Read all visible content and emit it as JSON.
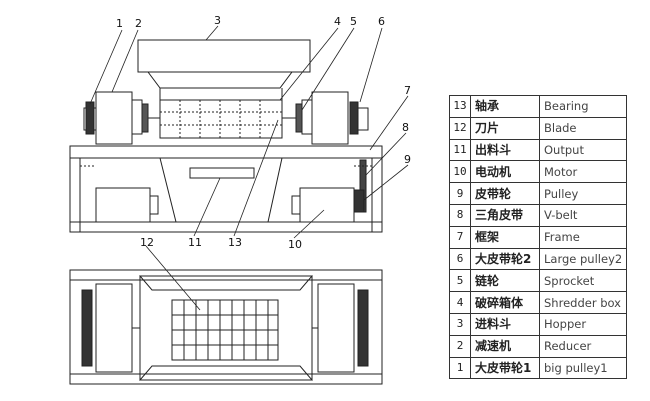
{
  "callouts": [
    "1",
    "2",
    "3",
    "4",
    "5",
    "6",
    "7",
    "8",
    "9",
    "10",
    "11",
    "12",
    "13"
  ],
  "parts": [
    {
      "num": "13",
      "cn": "轴承",
      "en": "Bearing"
    },
    {
      "num": "12",
      "cn": "刀片",
      "en": "Blade"
    },
    {
      "num": "11",
      "cn": "出料斗",
      "en": "Output"
    },
    {
      "num": "10",
      "cn": "电动机",
      "en": "Motor"
    },
    {
      "num": "9",
      "cn": "皮带轮",
      "en": "Pulley"
    },
    {
      "num": "8",
      "cn": "三角皮带",
      "en": "V-belt"
    },
    {
      "num": "7",
      "cn": "框架",
      "en": "Frame"
    },
    {
      "num": "6",
      "cn": "大皮带轮2",
      "en": "Large pulley2"
    },
    {
      "num": "5",
      "cn": "链轮",
      "en": "Sprocket"
    },
    {
      "num": "4",
      "cn": "破碎箱体",
      "en": "Shredder box"
    },
    {
      "num": "3",
      "cn": "进料斗",
      "en": "Hopper"
    },
    {
      "num": "2",
      "cn": "减速机",
      "en": "Reducer"
    },
    {
      "num": "1",
      "cn": "大皮带轮1",
      "en": "big pulley1"
    }
  ]
}
